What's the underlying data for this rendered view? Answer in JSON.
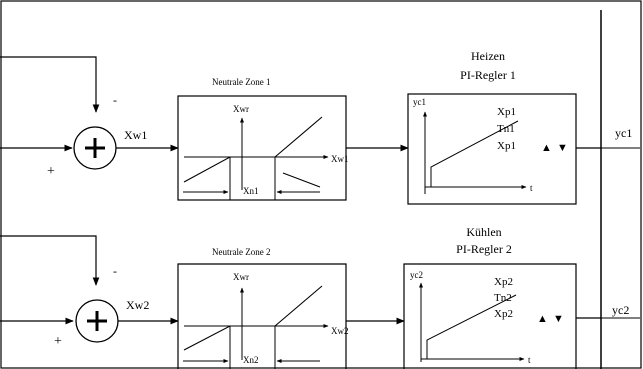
{
  "row1": {
    "sum_minus": "-",
    "sum_plus": "+",
    "sum_symbol": "+",
    "error_signal": "Xw1",
    "zone_title": "Neutrale Zone 1",
    "zone_y_label": "Xwr",
    "zone_x_label": "Xw1",
    "zone_width_label": "Xn1",
    "mode_title": "Heizen",
    "regler_title": "PI-Regler 1",
    "plot_y_label": "yc1",
    "plot_x_label": "t",
    "param_1": "Xp1",
    "param_2": "Tn1",
    "param_3": "Xp1",
    "output_label": "yc1",
    "up_glyph": "▲",
    "down_glyph": "▼"
  },
  "row2": {
    "sum_minus": "-",
    "sum_plus": "+",
    "sum_symbol": "+",
    "error_signal": "Xw2",
    "zone_title": "Neutrale Zone 2",
    "zone_y_label": "Xwr",
    "zone_x_label": "Xw2",
    "zone_width_label": "Xn2",
    "mode_title": "Kühlen",
    "regler_title": "PI-Regler 2",
    "plot_y_label": "yc2",
    "plot_x_label": "t",
    "param_1": "Xp2",
    "param_2": "Tn2",
    "param_3": "Xp2",
    "output_label": "yc2",
    "up_glyph": "▲",
    "down_glyph": "▼"
  }
}
